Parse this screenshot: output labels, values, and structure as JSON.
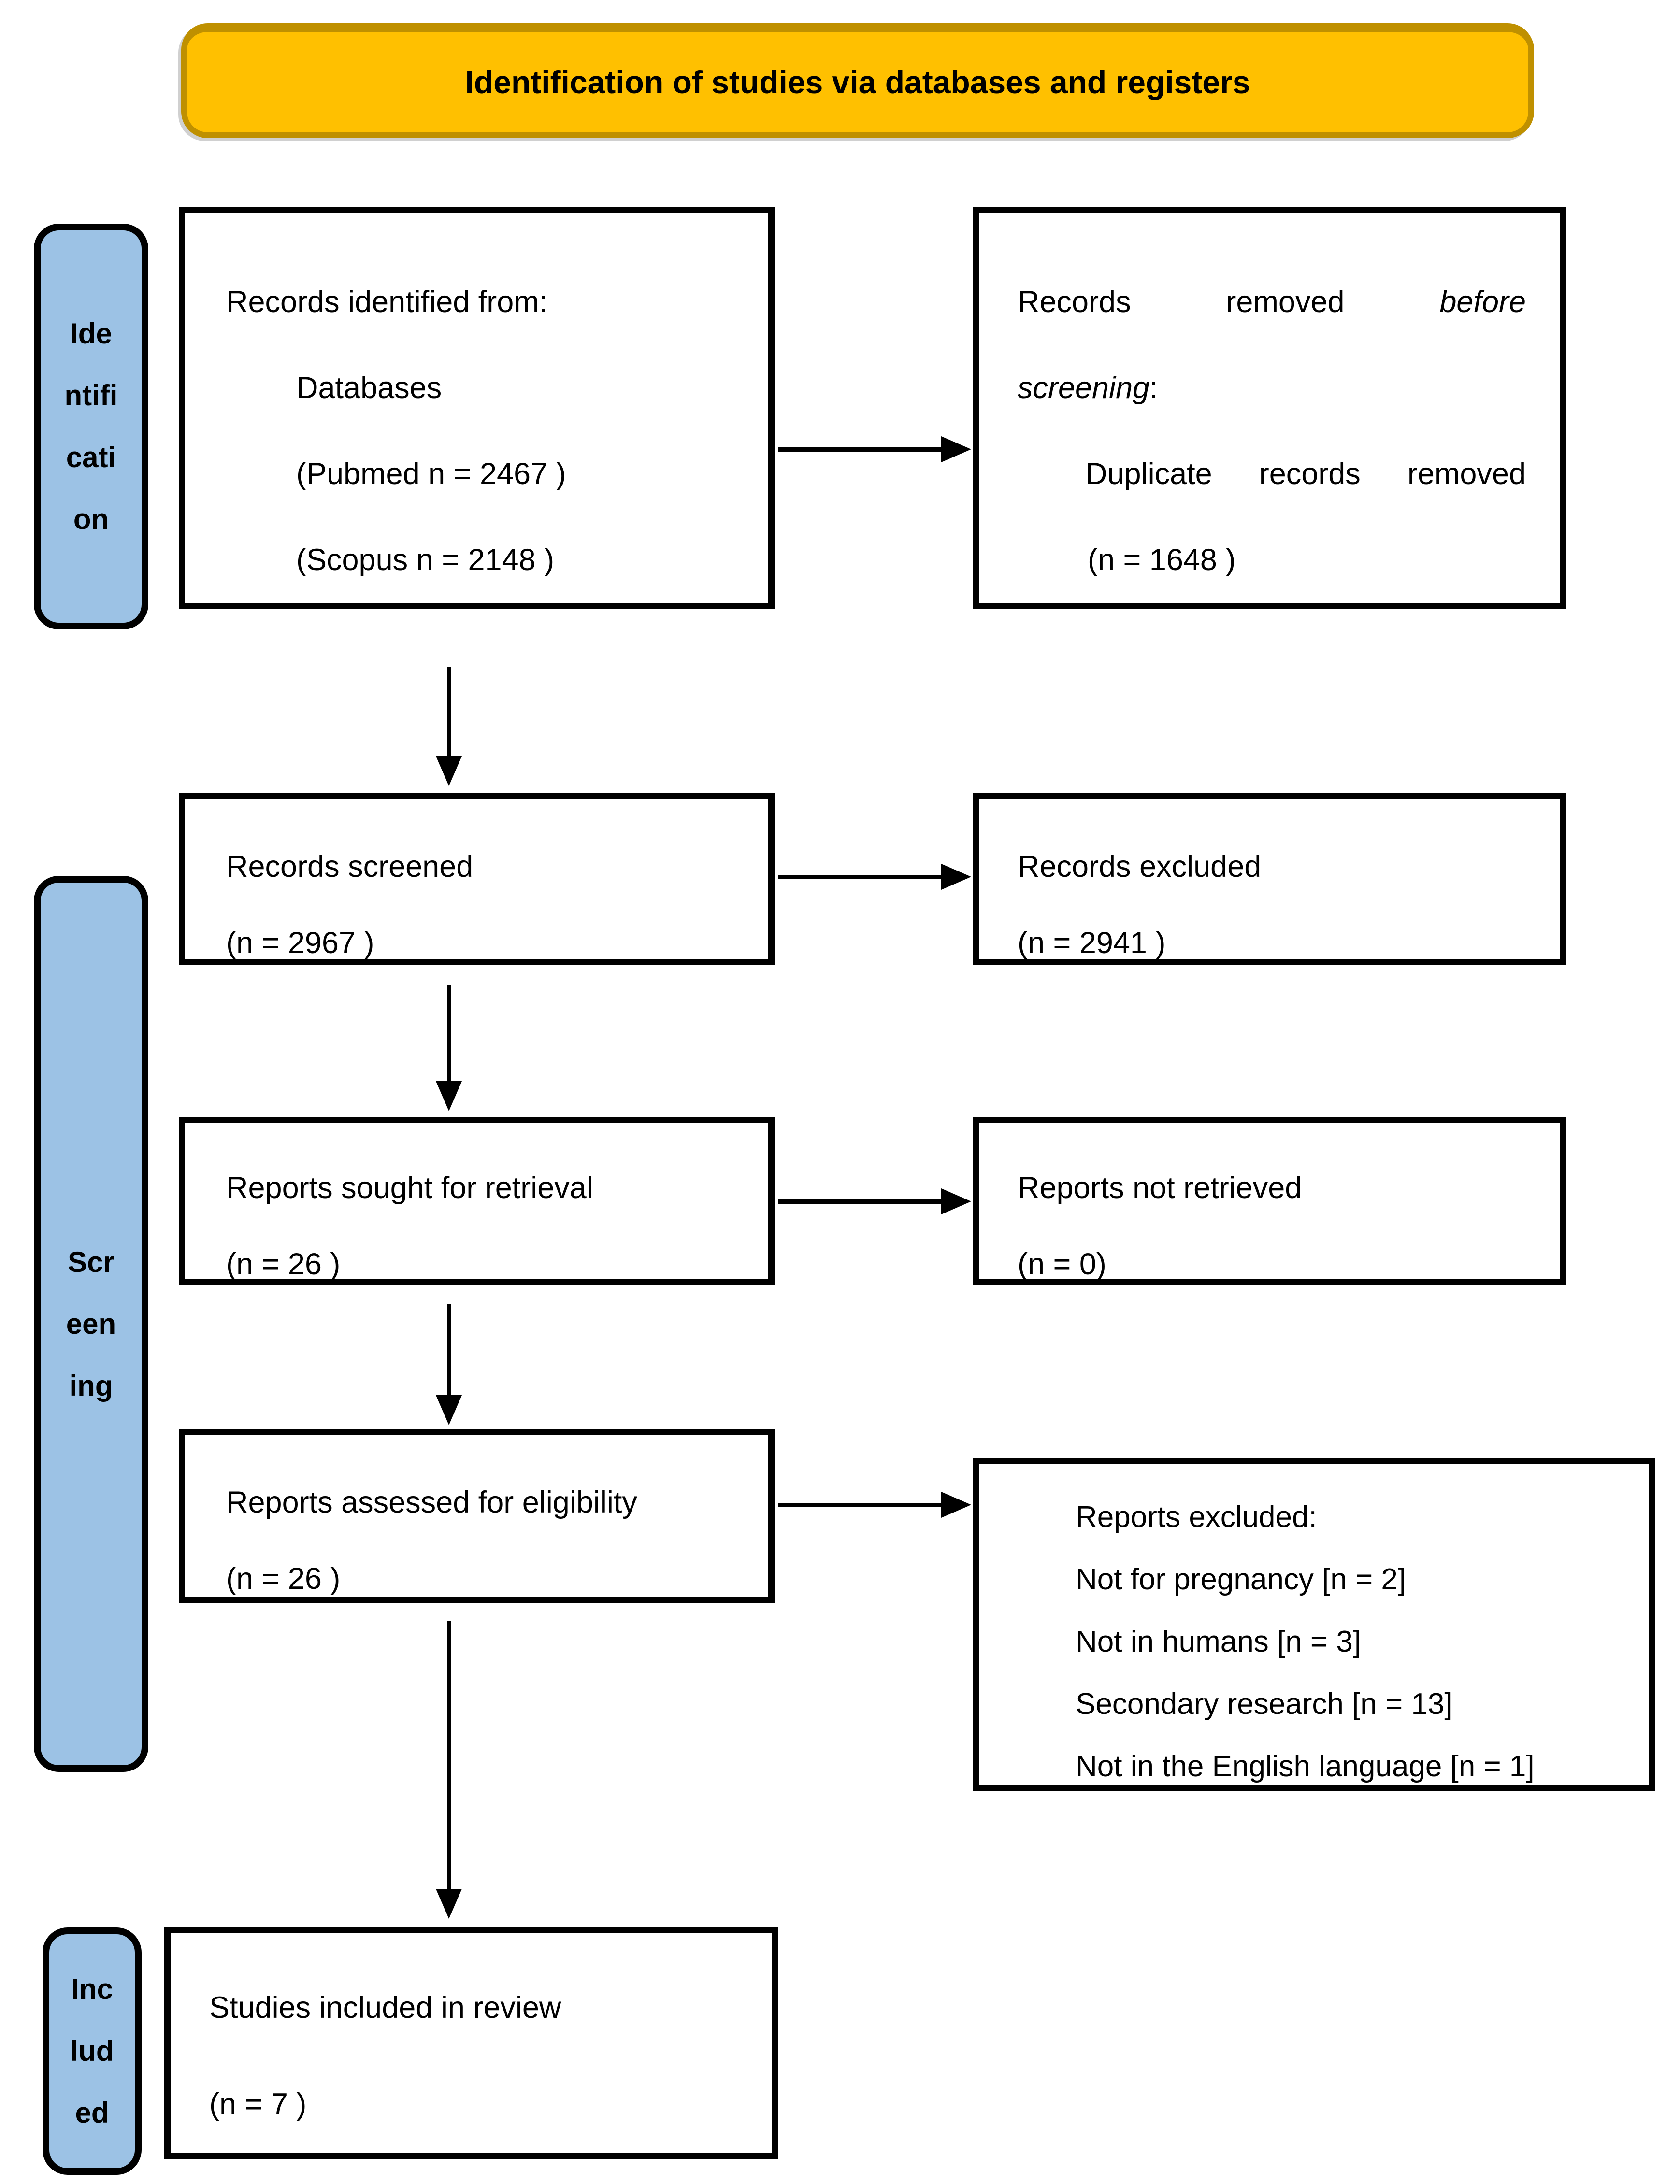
{
  "banner": {
    "title": "Identification of studies via databases and registers"
  },
  "sidebar": {
    "identification": {
      "line1": "Ide",
      "line2": "ntifi",
      "line3": "cati",
      "line4": "on"
    },
    "screening": {
      "line1": "Scr",
      "line2": "een",
      "line3": "ing"
    },
    "included": {
      "line1": "Inc",
      "line2": "lud",
      "line3": "ed"
    }
  },
  "flow": {
    "records_identified": {
      "heading": "Records identified from:",
      "item1": "Databases",
      "item2": "(Pubmed n = 2467 )",
      "item3": "(Scopus n = 2148 )"
    },
    "records_removed": {
      "word1": "Records",
      "word2": "removed",
      "word3_italic": "before",
      "line2_italic": "screening",
      "line2_suffix": ":",
      "item_word1": "Duplicate",
      "item_word2": "records",
      "item_word3": "removed",
      "count": "(n = 1648 )"
    },
    "records_screened": {
      "heading": "Records screened",
      "count": "(n = 2967 )"
    },
    "records_excluded": {
      "heading": "Records excluded",
      "count": "(n = 2941 )"
    },
    "reports_sought": {
      "heading": "Reports sought for retrieval",
      "count": "(n = 26 )"
    },
    "reports_not_retrieved": {
      "heading": "Reports not retrieved",
      "count": "(n = 0)"
    },
    "reports_assessed": {
      "heading": "Reports assessed for eligibility",
      "count": "(n = 26 )"
    },
    "reports_excluded": {
      "heading": "Reports excluded:",
      "reason1": "Not for pregnancy [n = 2]",
      "reason2": "Not in humans [n = 3]",
      "reason3": "Secondary research [n = 13]",
      "reason4": "Not in the English language [n = 1]"
    },
    "studies_included": {
      "heading": "Studies included in review",
      "count": "(n = 7 )"
    }
  },
  "colors": {
    "banner_fill": "#FFC000",
    "banner_border": "#BF9000",
    "stage_fill": "#9CC2E5",
    "box_border": "#000000",
    "background": "#FFFFFF"
  }
}
